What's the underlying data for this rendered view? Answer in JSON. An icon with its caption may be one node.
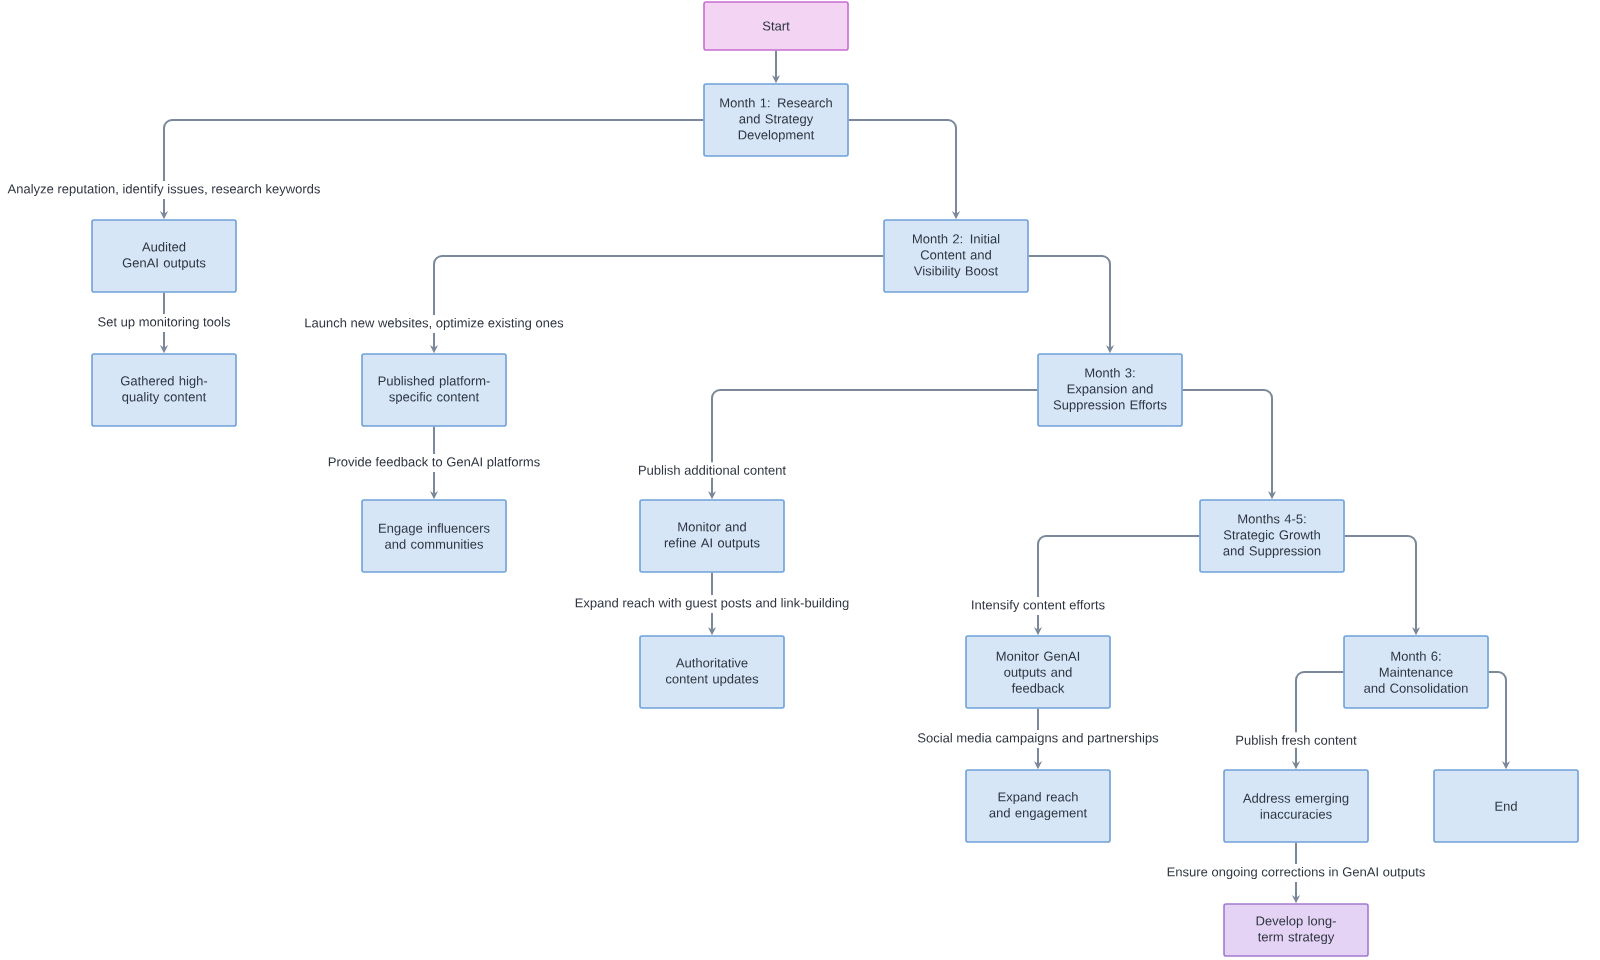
{
  "diagram": {
    "nodes": [
      {
        "text": [
          "Start"
        ]
      },
      {
        "text": [
          "Month 1: Research and Strategy Development"
        ]
      },
      {
        "text": [
          "Audited GenAI outputs"
        ]
      },
      {
        "text": [
          "Gathered high-quality content"
        ]
      },
      {
        "text": [
          "Month 2: Initial Content and Visibility Boost"
        ]
      },
      {
        "text": [
          "Published platform-specific content"
        ]
      },
      {
        "text": [
          "Engage influencers and communities"
        ]
      },
      {
        "text": [
          "Month 3: Expansion and Suppression Efforts"
        ]
      },
      {
        "text": [
          "Monitor and refine AI outputs"
        ]
      },
      {
        "text": [
          "Authoritative content updates"
        ]
      },
      {
        "text": [
          "Months 4-5: Strategic Growth and Suppression"
        ]
      },
      {
        "text": [
          "Monitor GenAI outputs and feedback"
        ]
      },
      {
        "text": [
          "Expand reach and engagement"
        ]
      },
      {
        "text": [
          "Month 6: Maintenance and Consolidation"
        ]
      },
      {
        "text": [
          "Address emerging inaccuracies"
        ]
      },
      {
        "text": [
          "End"
        ]
      },
      {
        "text": [
          "Develop long-term strategy"
        ]
      }
    ],
    "edges": [
      {
        "from": 0,
        "to": 1,
        "arrow": "to"
      },
      {
        "from": 1,
        "to": 2,
        "arrow": "to",
        "label": "Analyze reputation, identify issues, research keywords"
      },
      {
        "from": 1,
        "to": 4,
        "arrow": "to"
      },
      {
        "from": 2,
        "to": 3,
        "arrow": "to",
        "label": "Set up monitoring tools"
      },
      {
        "from": 4,
        "to": 5,
        "arrow": "to",
        "label": "Launch new websites, optimize existing ones"
      },
      {
        "from": 4,
        "to": 7,
        "arrow": "to"
      },
      {
        "from": 5,
        "to": 6,
        "arrow": "to",
        "label": "Provide feedback to GenAI platforms"
      },
      {
        "from": 7,
        "to": 8,
        "arrow": "to",
        "label": "Publish additional content"
      },
      {
        "from": 7,
        "to": 10,
        "arrow": "to"
      },
      {
        "from": 8,
        "to": 9,
        "arrow": "to",
        "label": "Expand reach with guest posts and link-building"
      },
      {
        "from": 10,
        "to": 11,
        "arrow": "to",
        "label": "Intensify content efforts"
      },
      {
        "from": 10,
        "to": 13,
        "arrow": "to"
      },
      {
        "from": 11,
        "to": 12,
        "arrow": "to",
        "label": "Social media campaigns and partnerships"
      },
      {
        "from": 13,
        "to": 14,
        "arrow": "to",
        "label": "Publish fresh content"
      },
      {
        "from": 13,
        "to": 15,
        "arrow": "to"
      },
      {
        "from": 14,
        "to": 16,
        "arrow": "to",
        "label": "Ensure ongoing corrections in GenAI outputs"
      }
    ]
  }
}
